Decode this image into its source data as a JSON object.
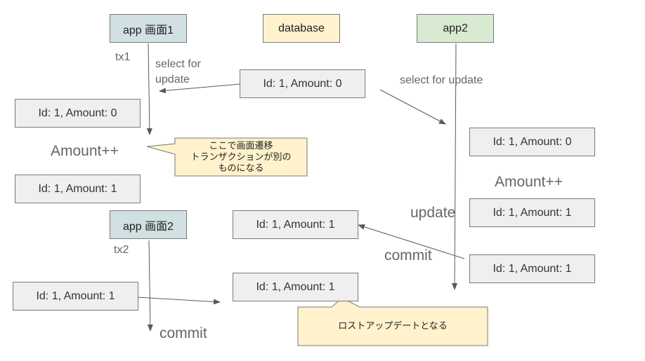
{
  "lanes": {
    "app1_screen1": "app 画面1",
    "database": "database",
    "app2": "app2",
    "app1_screen2": "app 画面2"
  },
  "labels": {
    "tx1": "tx1",
    "tx2": "tx2",
    "select_for_update_app1": "select for\nupdate",
    "select_for_update_app2": "select for update",
    "amount_inc_app1": "Amount++",
    "amount_inc_app2": "Amount++",
    "update": "update",
    "commit_app2": "commit",
    "commit_app1": "commit"
  },
  "records": {
    "db_initial": "Id: 1, Amount: 0",
    "app1_read": "Id: 1, Amount: 0",
    "app1_incremented": "Id: 1, Amount: 1",
    "app2_read": "Id: 1, Amount: 0",
    "app2_incremented": "Id: 1, Amount: 1",
    "app2_committed": "Id: 1, Amount: 1",
    "db_after_app2": "Id: 1, Amount: 1",
    "app1_tx2_value": "Id: 1, Amount: 1",
    "db_final": "Id: 1, Amount: 1"
  },
  "callouts": {
    "screen_transition": "ここで画面遷移\nトランザクションが別の\nものになる",
    "lost_update": "ロストアップデートとなる"
  },
  "colors": {
    "lane_app1": "#d0e0e3",
    "lane_db": "#fff2cc",
    "lane_app2": "#d9ead3",
    "record": "#efefef",
    "callout": "#fff2cc",
    "arrow": "#595959"
  }
}
